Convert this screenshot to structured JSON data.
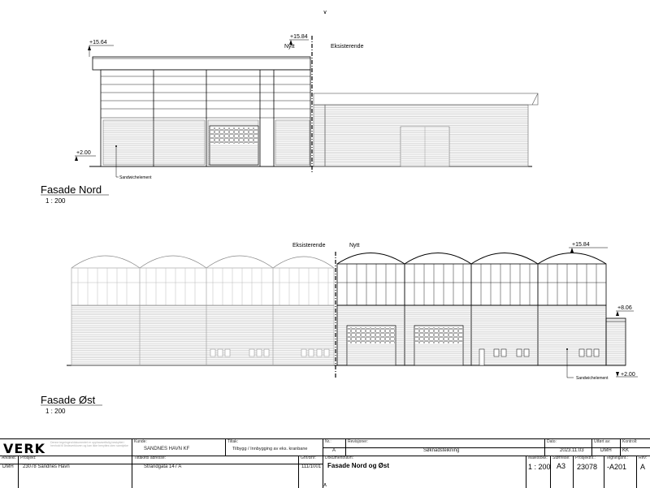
{
  "north": {
    "title": "Fasade Nord",
    "scale": "1 : 200",
    "elev_top": "+15.84",
    "elev_roof": "+15.64",
    "elev_base": "+2.00",
    "label_new": "Nytt",
    "label_existing": "Eksisterende",
    "note": "Sandwichelement"
  },
  "east": {
    "title": "Fasade Øst",
    "scale": "1 : 200",
    "elev_top": "+15.84",
    "elev_mid": "+8.06",
    "elev_base": "+2.00",
    "label_new": "Nytt",
    "label_existing": "Eksisterende",
    "note": "Sandwichelement"
  },
  "titleblock": {
    "logo": "VERK",
    "disclaimer": "Denne tegningen/dokumentet er opphavsrettslig beskyttet i henhold til åndsverkloven og kan ikke benyttes uten samtykke",
    "arkitekt_label": "Arkitekt:",
    "arkitekt": "DMH",
    "kunde_label": "Kunde:",
    "kunde": "SANDNES HAVN KF",
    "tiltak_label": "Tiltak:",
    "tiltak": "Tilbygg / Innbygging av eks. kranbane",
    "prosjekt_label": "Prosjekt:",
    "prosjekt": "23078 Sandnes Havn",
    "adresse_label": "Tiltakets adresse:",
    "adresse": "Strandgata 147 A",
    "gnr_label": "Gnr/Bnr:",
    "gnr": "111/1001",
    "nr_label": "Nr.:",
    "nr": "A",
    "revisjoner_label": "Revisjoner:",
    "revisjon": "Søknadsteikning",
    "dato_label": "Dato:",
    "dato": "2023.11.03",
    "utfort_label": "Utført av:",
    "utfort": "DMH",
    "kontroll_label": "Kontroll:",
    "kontroll": "KK",
    "dokument_label": "Dokumentnavn:",
    "dokument": "Fasade Nord og Øst",
    "malestokk_label": "Målestokk:",
    "malestokk": "1 : 200",
    "storrelse_label": "Størrelse:",
    "storrelse": "A3",
    "prosjektnr_label": "Prosjektnr.:",
    "prosjektnr": "23078",
    "tegningsnr_label": "Tegningsnr.:",
    "tegningsnr": "-A201",
    "rev_label": "Rev:",
    "rev": "A"
  }
}
